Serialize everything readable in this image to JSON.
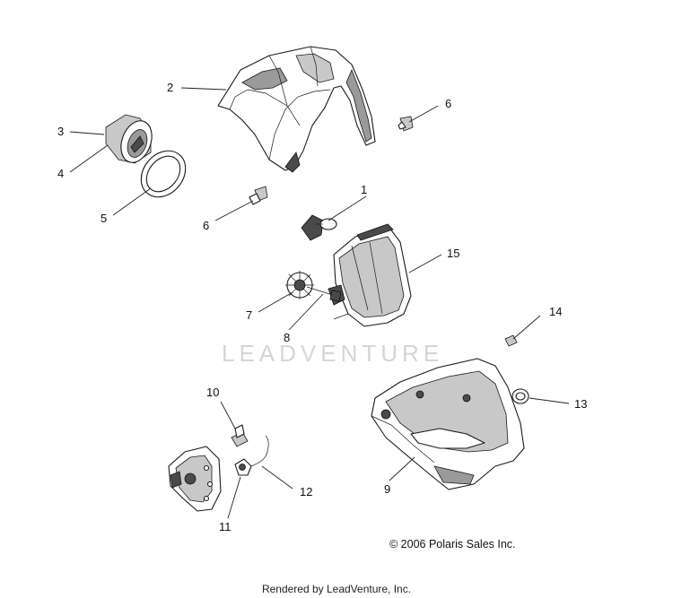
{
  "watermark": "LEADVENTURE",
  "copyright": "© 2006 Polaris Sales Inc.",
  "rendered_by": "Rendered by LeadVenture, Inc.",
  "callouts": {
    "c1": "1",
    "c2": "2",
    "c3": "3",
    "c4": "4",
    "c5": "5",
    "c6a": "6",
    "c6b": "6",
    "c7": "7",
    "c8": "8",
    "c9": "9",
    "c10": "10",
    "c11": "11",
    "c12": "12",
    "c13": "13",
    "c14": "14",
    "c15": "15"
  }
}
